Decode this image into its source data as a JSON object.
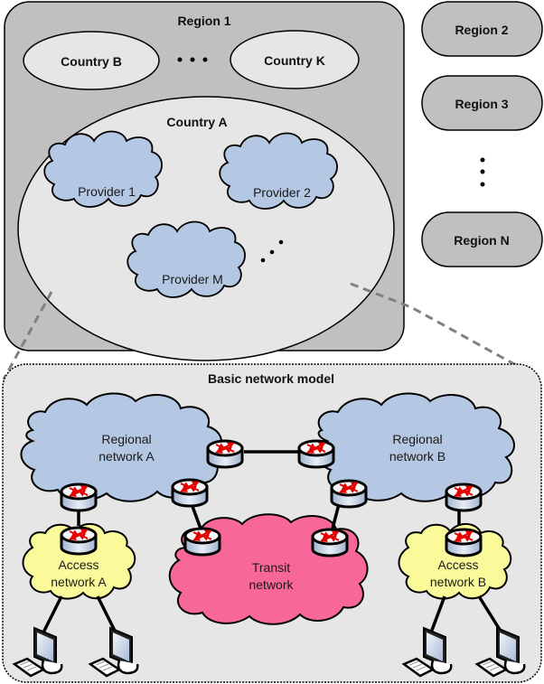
{
  "colors": {
    "region_fill": "#c0c0c0",
    "country_fill": "#e6e6e6",
    "provider_fill": "#b4c7e3",
    "regional_fill": "#b4c7e3",
    "access_fill": "#fafa9a",
    "transit_fill": "#f7679a",
    "model_fill": "#e6e6e6",
    "router_arrow": "#e60000"
  },
  "region1": {
    "title": "Region 1",
    "country_b": "Country B",
    "country_k": "Country K",
    "country_a": "Country A",
    "providers": [
      "Provider 1",
      "Provider 2",
      "Provider M"
    ]
  },
  "other_regions": [
    "Region 2",
    "Region 3",
    "Region N"
  ],
  "model": {
    "title": "Basic network model",
    "regional_a": [
      "Regional",
      "network A"
    ],
    "regional_b": [
      "Regional",
      "network B"
    ],
    "transit": [
      "Transit",
      "network"
    ],
    "access_a": [
      "Access",
      "network A"
    ],
    "access_b": [
      "Access",
      "network B"
    ]
  }
}
